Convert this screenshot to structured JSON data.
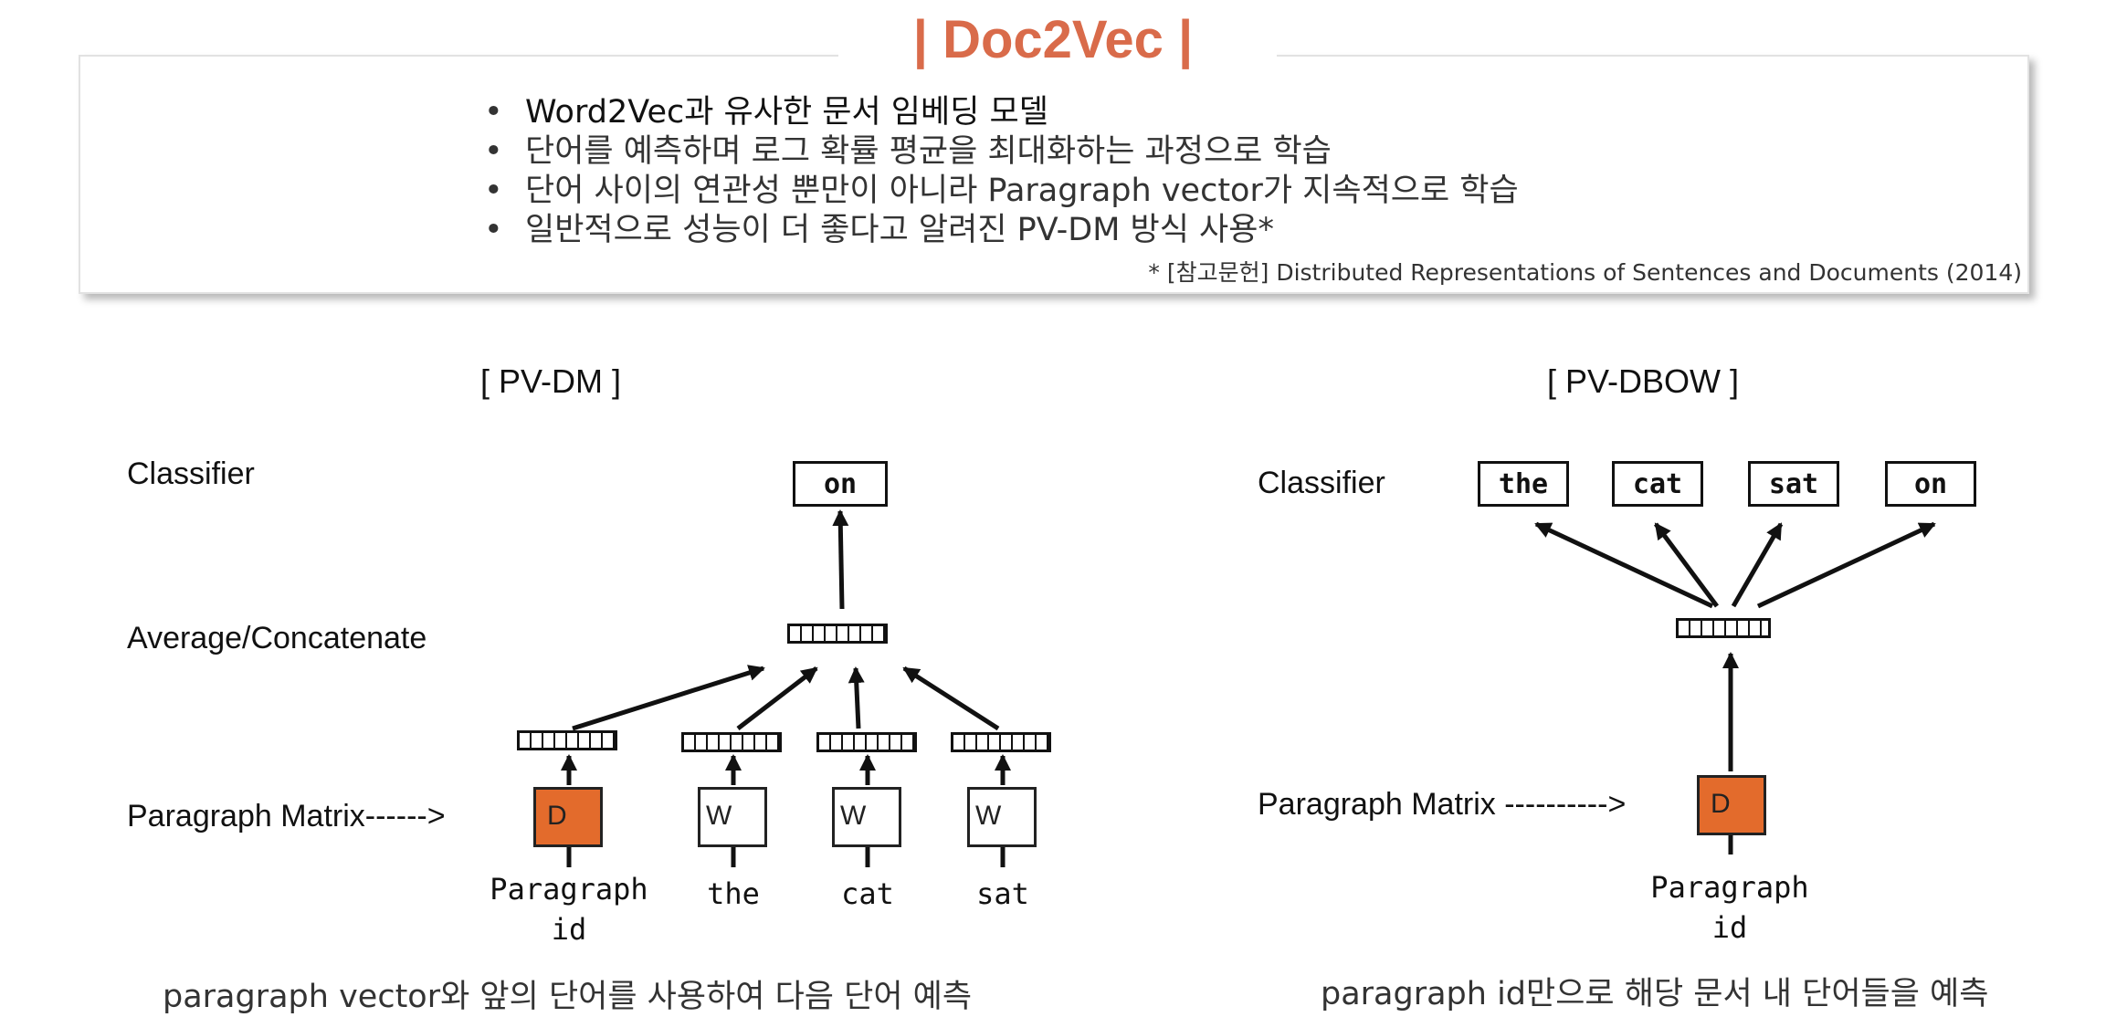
{
  "title": "| Doc2Vec |",
  "bullets": [
    "Word2Vec과 유사한 문서 임베딩 모델",
    "단어를 예측하며 로그 확률 평균을 최대화하는 과정으로 학습",
    "단어 사이의 연관성 뿐만이 아니라 Paragraph vector가 지속적으로 학습",
    "일반적으로 성능이 더 좋다고 알려진 PV-DM 방식 사용*"
  ],
  "reference": "* [참고문헌] Distributed Representations of Sentences and Documents (2014)",
  "pvdm": {
    "heading": "[ PV-DM ]",
    "labels": {
      "classifier": "Classifier",
      "average": "Average/Concatenate",
      "paragraph_matrix": "Paragraph Matrix------>"
    },
    "output_word": "on",
    "paragraph_box": "D",
    "word_boxes": [
      "W",
      "W",
      "W"
    ],
    "inputs": [
      "Paragraph\nid",
      "the",
      "cat",
      "sat"
    ],
    "caption": "paragraph vector와 앞의 단어를 사용하여 다음 단어 예측"
  },
  "pvdbow": {
    "heading": "[ PV-DBOW ]",
    "labels": {
      "classifier": "Classifier",
      "paragraph_matrix": "Paragraph Matrix ---------->"
    },
    "output_words": [
      "the",
      "cat",
      "sat",
      "on"
    ],
    "paragraph_box": "D",
    "input": "Paragraph\nid",
    "caption": "paragraph id만으로 해당 문서 내 단어들을 예측"
  }
}
